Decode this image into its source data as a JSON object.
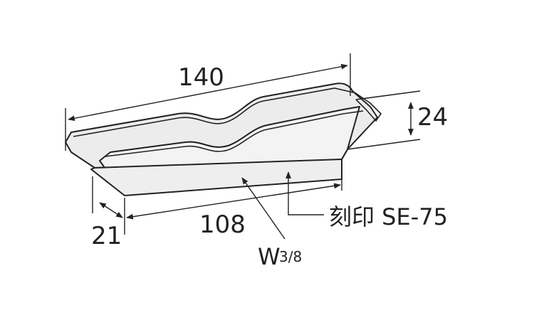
{
  "dimensions": {
    "length": "140",
    "height": "24",
    "base_length": "108",
    "offset": "21"
  },
  "labels": {
    "thread_size": "W",
    "thread_fraction": "3/8",
    "stamp": "刻印 SE-75"
  },
  "colors": {
    "part_fill": "#ececec",
    "part_face": "#f3f3f3",
    "line": "#222222"
  }
}
